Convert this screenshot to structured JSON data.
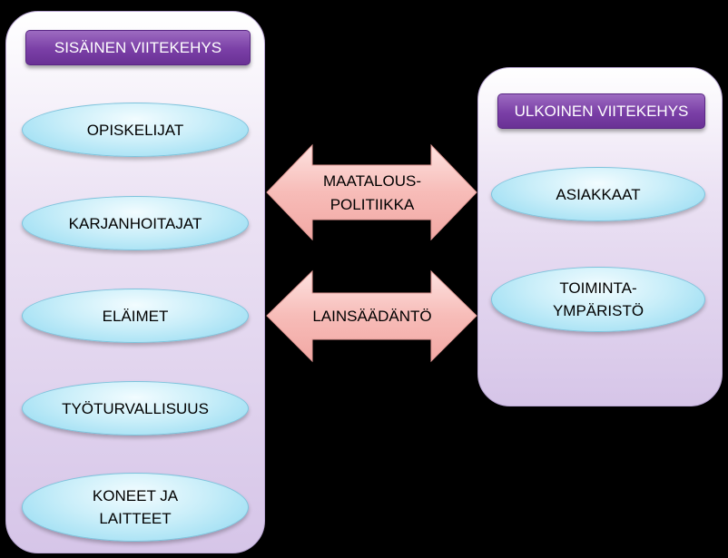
{
  "internal": {
    "title": "SISÄINEN VIITEKEHYS",
    "items": [
      {
        "line1": "OPISKELIJAT",
        "line2": ""
      },
      {
        "line1": "KARJANHOITAJAT",
        "line2": ""
      },
      {
        "line1": "ELÄIMET",
        "line2": ""
      },
      {
        "line1": "TYÖTURVALLISUUS",
        "line2": ""
      },
      {
        "line1": "KONEET JA",
        "line2": "LAITTEET"
      }
    ]
  },
  "external": {
    "title": "ULKOINEN VIITEKEHYS",
    "items": [
      {
        "line1": "ASIAKKAAT",
        "line2": ""
      },
      {
        "line1": "TOIMINTA-",
        "line2": "YMPÄRISTÖ"
      }
    ]
  },
  "arrows": [
    {
      "line1": "MAATALOUS-",
      "line2": "POLITIIKKA"
    },
    {
      "line1": "LAINSÄÄDÄNTÖ",
      "line2": ""
    }
  ],
  "colors": {
    "background": "#000000",
    "header": "#7a3fa6",
    "oval": "#c9eef9",
    "arrow": "#f7b9b6"
  }
}
